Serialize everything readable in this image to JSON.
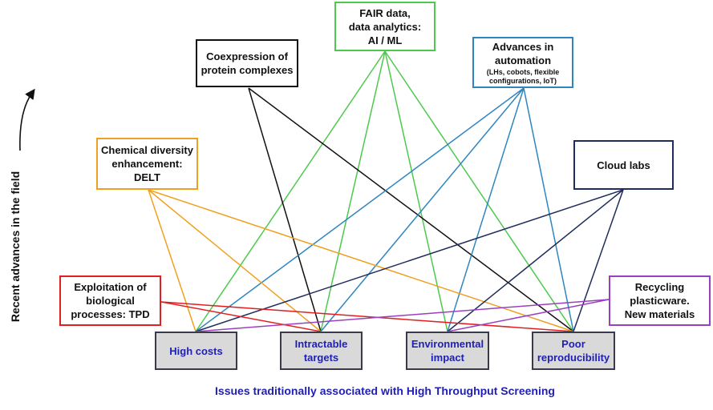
{
  "diagram": {
    "x_axis_label": "Issues traditionally associated with High Throughput Screening",
    "y_axis_label": "Recent advances in the field",
    "advances": [
      {
        "id": "fair",
        "label": "FAIR data,\ndata analytics:\nAI / ML",
        "sublabel": "",
        "color": "#4ec94e"
      },
      {
        "id": "coexp",
        "label": "Coexpression of\nprotein complexes",
        "sublabel": "",
        "color": "#111111"
      },
      {
        "id": "auto",
        "label": "Advances in\nautomation",
        "sublabel": "(LHs, cobots, flexible\nconfigurations, IoT)",
        "color": "#2e86c1"
      },
      {
        "id": "chem",
        "label": "Chemical diversity\nenhancement:\nDELT",
        "sublabel": "",
        "color": "#f0a020"
      },
      {
        "id": "cloud",
        "label": "Cloud labs",
        "sublabel": "",
        "color": "#1f2d5c"
      },
      {
        "id": "bio",
        "label": "Exploitation of\nbiological\nprocesses: TPD",
        "sublabel": "",
        "color": "#e02020"
      },
      {
        "id": "recyc",
        "label": "Recycling\nplasticware.\nNew materials",
        "sublabel": "",
        "color": "#9b3fc0"
      }
    ],
    "issues": [
      {
        "id": "cost",
        "label": "High costs"
      },
      {
        "id": "intract",
        "label": "Intractable\ntargets"
      },
      {
        "id": "env",
        "label": "Environmental\nimpact"
      },
      {
        "id": "repro",
        "label": "Poor\nreproducibility"
      }
    ],
    "links": [
      {
        "from": "fair",
        "to": "cost"
      },
      {
        "from": "fair",
        "to": "intract"
      },
      {
        "from": "fair",
        "to": "env"
      },
      {
        "from": "fair",
        "to": "repro"
      },
      {
        "from": "coexp",
        "to": "intract"
      },
      {
        "from": "coexp",
        "to": "repro"
      },
      {
        "from": "auto",
        "to": "cost"
      },
      {
        "from": "auto",
        "to": "intract"
      },
      {
        "from": "auto",
        "to": "env"
      },
      {
        "from": "auto",
        "to": "repro"
      },
      {
        "from": "chem",
        "to": "cost"
      },
      {
        "from": "chem",
        "to": "intract"
      },
      {
        "from": "chem",
        "to": "repro"
      },
      {
        "from": "cloud",
        "to": "cost"
      },
      {
        "from": "cloud",
        "to": "env"
      },
      {
        "from": "cloud",
        "to": "repro"
      },
      {
        "from": "bio",
        "to": "intract"
      },
      {
        "from": "bio",
        "to": "repro"
      },
      {
        "from": "recyc",
        "to": "cost"
      },
      {
        "from": "recyc",
        "to": "env"
      }
    ]
  }
}
